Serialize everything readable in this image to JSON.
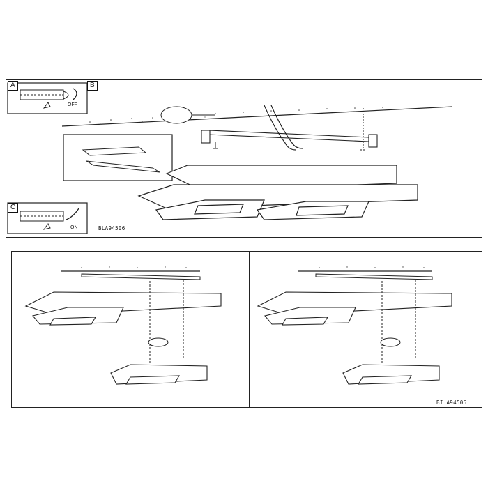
{
  "step_labels": {
    "a": "A",
    "b": "B",
    "c": "C"
  },
  "switch_states": {
    "off": "OFF",
    "on": "ON"
  },
  "codes": {
    "top": "BLA94506",
    "bottom": "BI A94506"
  }
}
